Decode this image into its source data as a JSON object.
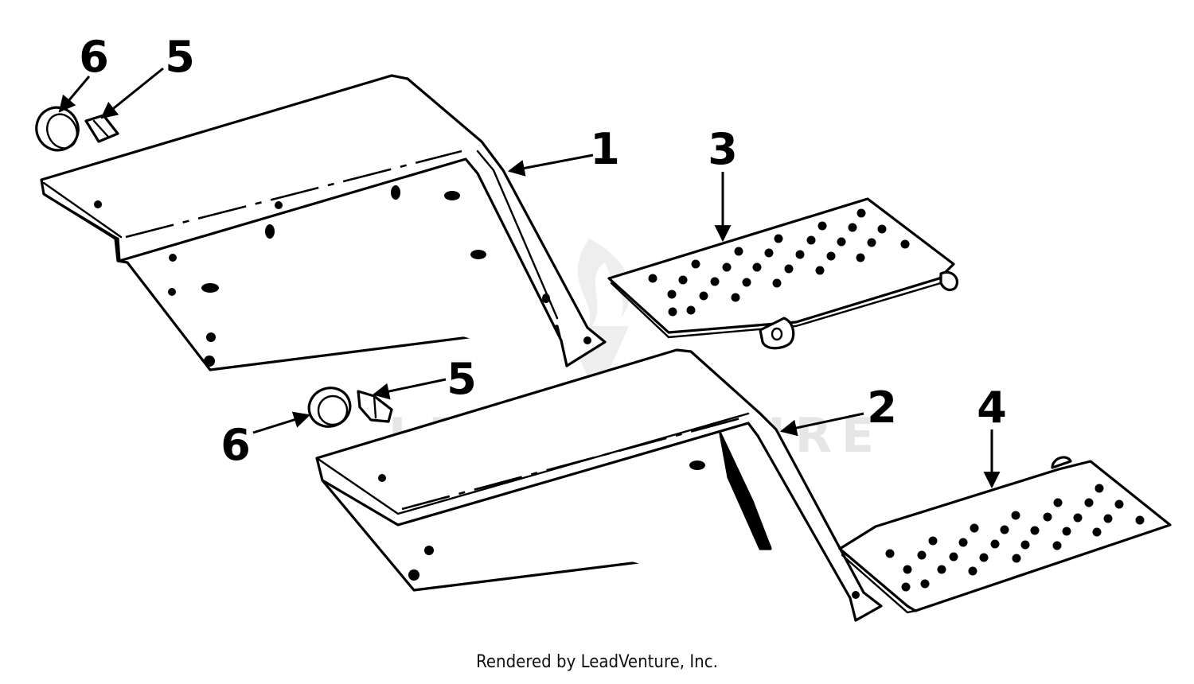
{
  "diagram": {
    "callouts": [
      "1",
      "2",
      "3",
      "4",
      "5",
      "6",
      "5",
      "6"
    ],
    "watermark": "LEADVENTURE",
    "credit": "Rendered by LeadVenture, Inc."
  },
  "colors": {
    "line": "#000000",
    "background": "#ffffff",
    "watermark": "#e6e6e6"
  }
}
